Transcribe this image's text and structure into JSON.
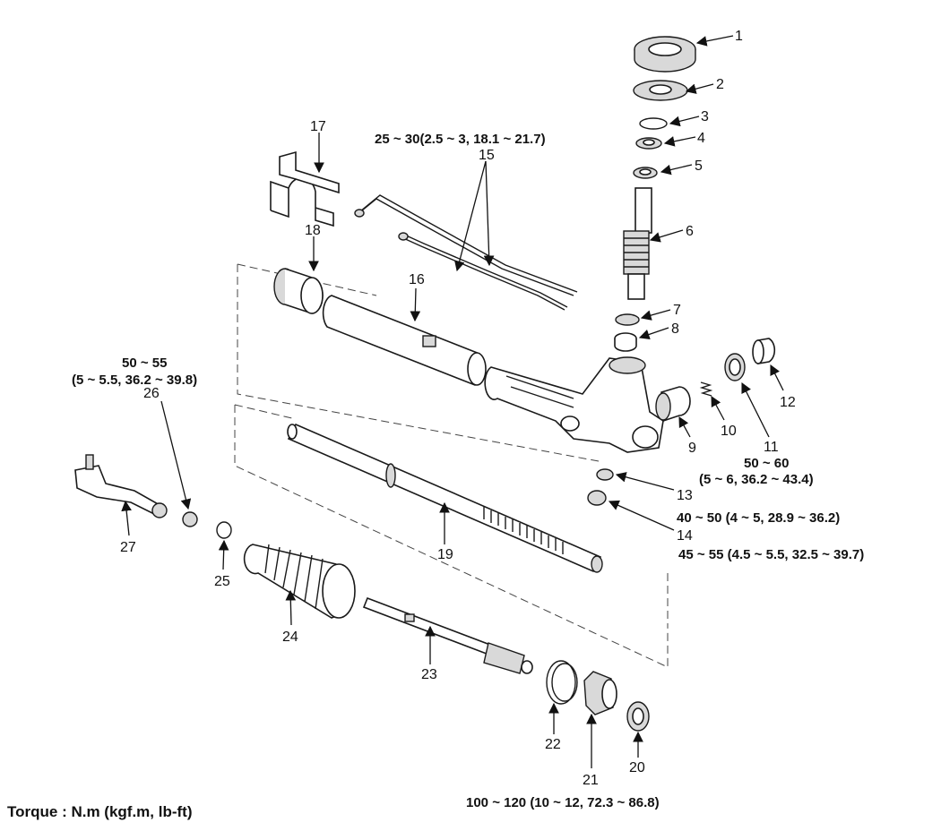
{
  "callouts": {
    "c1": "1",
    "c2": "2",
    "c3": "3",
    "c4": "4",
    "c5": "5",
    "c6": "6",
    "c7": "7",
    "c8": "8",
    "c9": "9",
    "c10": "10",
    "c11": "11",
    "c12": "12",
    "c13": "13",
    "c14": "14",
    "c15": "15",
    "c16": "16",
    "c17": "17",
    "c18": "18",
    "c19": "19",
    "c20": "20",
    "c21": "21",
    "c22": "22",
    "c23": "23",
    "c24": "24",
    "c25": "25",
    "c26": "26",
    "c27": "27"
  },
  "torques": {
    "t15": "25 ~ 30(2.5 ~ 3, 18.1 ~ 21.7)",
    "t26_line1": "50 ~ 55",
    "t26_line2": "(5 ~ 5.5, 36.2 ~ 39.8)",
    "t11_line1": "50 ~ 60",
    "t11_line2": "(5 ~ 6, 36.2 ~ 43.4)",
    "t13": "40 ~ 50 (4 ~ 5, 28.9 ~ 36.2)",
    "t14": "45 ~ 55 (4.5 ~ 5.5, 32.5 ~ 39.7)",
    "t21": "100 ~ 120 (10 ~ 12, 72.3 ~ 86.8)"
  },
  "footer": {
    "unit_legend": "Torque : N.m (kgf.m, lb-ft)"
  }
}
